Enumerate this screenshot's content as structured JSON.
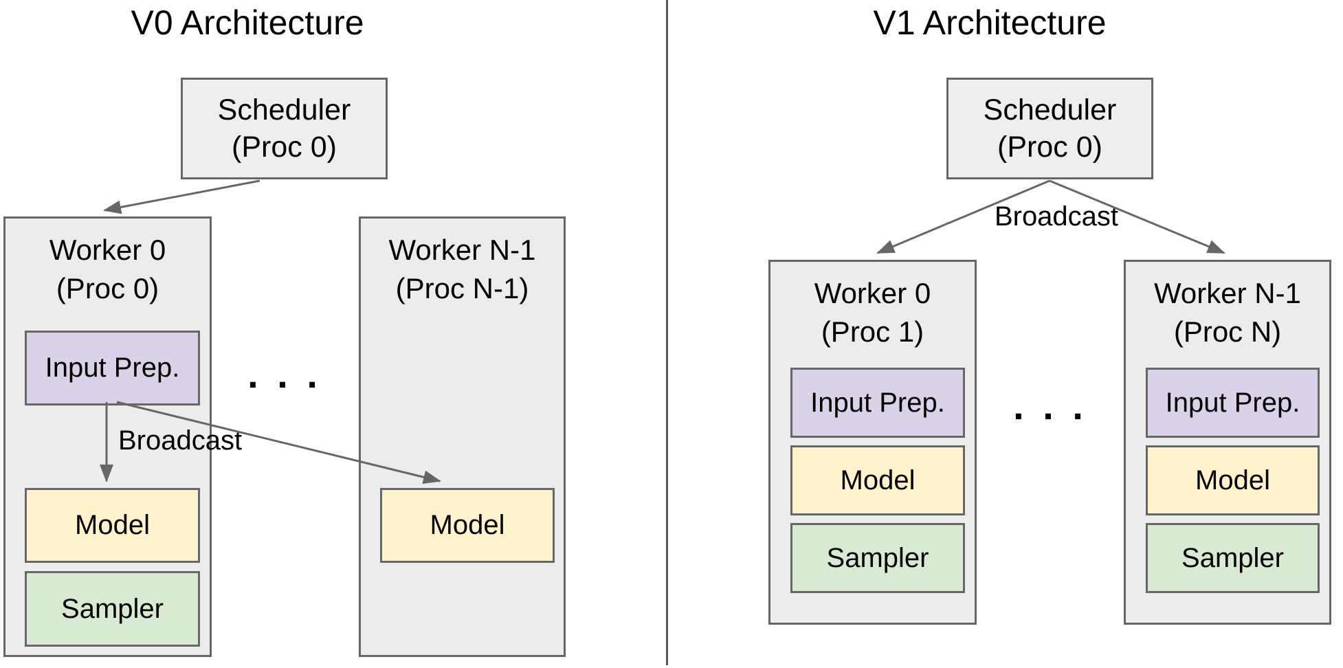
{
  "colors": {
    "worker_fill": "#ececec",
    "scheduler_fill": "#eeeeee",
    "border": "#666666",
    "input_prep_fill": "#d9d2e9",
    "model_fill": "#fff2cc",
    "sampler_fill": "#d9ead3",
    "arrow": "#666666",
    "divider": "#58585a"
  },
  "left_panel": {
    "title": "V0 Architecture",
    "scheduler_label": "Scheduler\n(Proc 0)",
    "broadcast_label": "Broadcast",
    "dots": ". . .",
    "worker0": {
      "title": "Worker 0\n(Proc 0)",
      "input_prep_label": "Input Prep.",
      "model_label": "Model",
      "sampler_label": "Sampler"
    },
    "workerN": {
      "title": "Worker N-1\n(Proc N-1)",
      "model_label": "Model"
    }
  },
  "right_panel": {
    "title": "V1 Architecture",
    "scheduler_label": "Scheduler\n(Proc 0)",
    "broadcast_label": "Broadcast",
    "dots": ". . .",
    "worker0": {
      "title": "Worker 0\n(Proc 1)",
      "input_prep_label": "Input Prep.",
      "model_label": "Model",
      "sampler_label": "Sampler"
    },
    "workerN": {
      "title": "Worker N-1\n(Proc N)",
      "input_prep_label": "Input Prep.",
      "model_label": "Model",
      "sampler_label": "Sampler"
    }
  }
}
